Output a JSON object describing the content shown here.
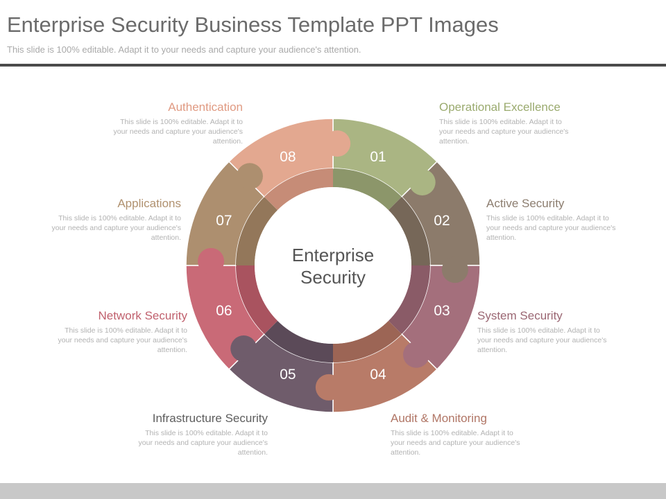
{
  "header": {
    "title": "Enterprise Security Business Template PPT Images",
    "subtitle": "This slide is 100% editable. Adapt it to your needs and capture your audience's attention."
  },
  "center": {
    "line1": "Enterprise",
    "line2": "Security"
  },
  "segments": [
    {
      "number": "01",
      "color": "#aab583",
      "inner": "#8c966a",
      "title": "Operational Excellence",
      "title_color": "#9aaa6e",
      "desc": "This slide is 100% editable. Adapt it to your needs and capture your audience's attention."
    },
    {
      "number": "02",
      "color": "#8c7b6b",
      "inner": "#766758",
      "title": "Active Security",
      "title_color": "#8c7d6f",
      "desc": "This slide is 100% editable. Adapt it to your needs and capture your audience's attention."
    },
    {
      "number": "03",
      "color": "#a46f7c",
      "inner": "#8a5b67",
      "title": "System Security",
      "title_color": "#9a6672",
      "desc": "This slide is 100% editable. Adapt it to your needs and capture your audience's attention."
    },
    {
      "number": "04",
      "color": "#b87b68",
      "inner": "#9c6555",
      "title": "Audit & Monitoring",
      "title_color": "#b07565",
      "desc": "This slide is 100% editable. Adapt it to your needs and capture your audience's attention."
    },
    {
      "number": "05",
      "color": "#6f5c6b",
      "inner": "#5b4a58",
      "title": "Infrastructure Security",
      "title_color": "#5d5d5d",
      "desc": "This slide is 100% editable. Adapt it to your needs and capture your audience's attention."
    },
    {
      "number": "06",
      "color": "#c96a77",
      "inner": "#a9535f",
      "title": "Network Security",
      "title_color": "#c0606d",
      "desc": "This slide is 100% editable. Adapt it to your needs and capture your audience's attention."
    },
    {
      "number": "07",
      "color": "#ad8f6f",
      "inner": "#93775a",
      "title": "Applications",
      "title_color": "#b0916f",
      "desc": "This slide is 100% editable. Adapt it to your needs and capture your audience's attention."
    },
    {
      "number": "08",
      "color": "#e3a890",
      "inner": "#c68c77",
      "title": "Authentication",
      "title_color": "#e09a82",
      "desc": "This slide is 100% editable. Adapt it to your needs and capture your audience's attention."
    }
  ]
}
